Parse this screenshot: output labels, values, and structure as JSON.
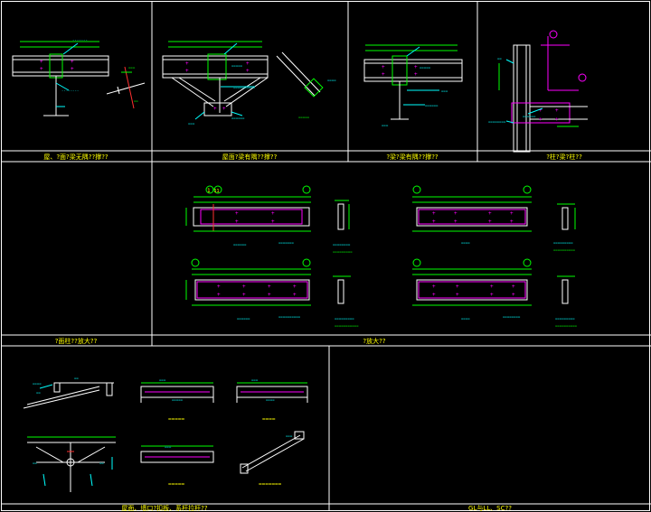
{
  "captions": {
    "p1": "屋、?面?梁无隅??撑??",
    "p2": "屋面?梁有隅??撑??",
    "p3": "?梁?梁有隅??撑??",
    "p4": "?柱?梁?柱??",
    "p5": "?面柱??放大??",
    "p6": "?放大??",
    "p7": "屋面、墙口?扣板、系杆拉杆??",
    "p8": "GL与LL、SC??"
  },
  "labels": {
    "axis_1": "1",
    "axis_11": "11"
  },
  "colors": {
    "background": "#000000",
    "frame": "#ffffff",
    "dimension": "#00ff00",
    "annotation": "#00ffff",
    "hole": "#ff00ff",
    "caption": "#ffff00",
    "section_cut": "#ff3030"
  }
}
